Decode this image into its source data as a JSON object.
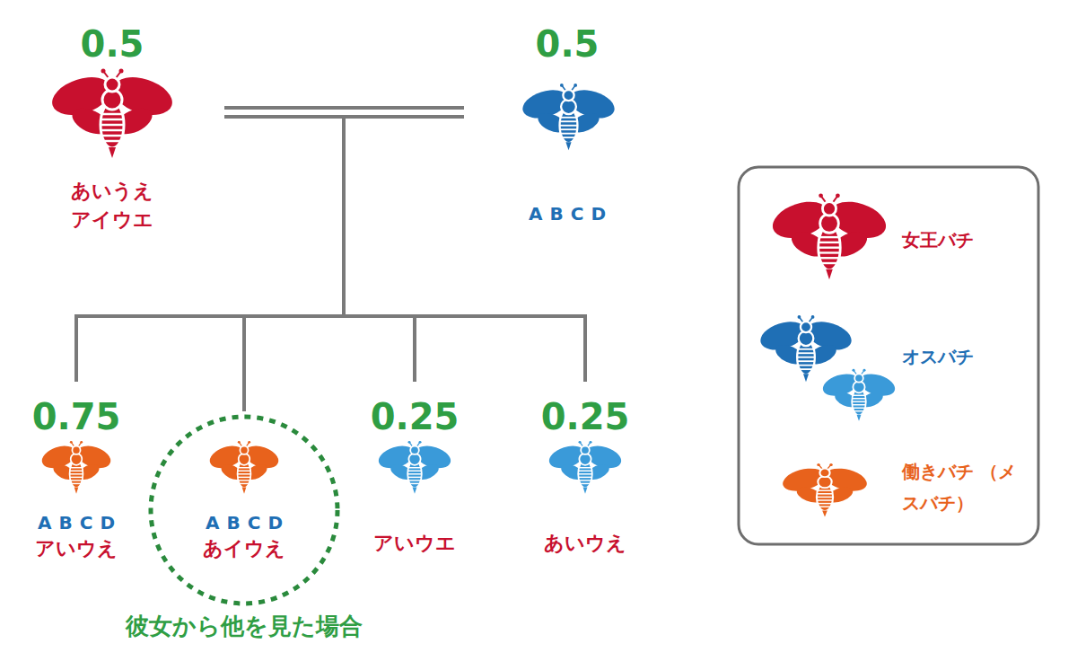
{
  "diagram": {
    "nodes": [
      {
        "text": [
          "0.5",
          "あいうえ",
          "アイウエ"
        ]
      },
      {
        "text": [
          "0.5",
          "ABCD"
        ]
      },
      {
        "text": [
          "0.75",
          "ABCD",
          "アいウえ"
        ]
      },
      {
        "text": [
          "ABCD",
          "あイウえ",
          "彼女から他を見た場合"
        ]
      },
      {
        "text": [
          "0.25",
          "アいウエ"
        ]
      },
      {
        "text": [
          "0.25",
          "あいウえ"
        ]
      }
    ],
    "edges": [
      {
        "from": 0,
        "to": 1,
        "arrow": "none"
      },
      {
        "from": 0,
        "to": 2,
        "arrow": "none"
      },
      {
        "from": 0,
        "to": 3,
        "arrow": "none"
      },
      {
        "from": 0,
        "to": 4,
        "arrow": "none"
      },
      {
        "from": 0,
        "to": 5,
        "arrow": "none"
      },
      {
        "from": 1,
        "to": 2,
        "arrow": "none"
      },
      {
        "from": 1,
        "to": 3,
        "arrow": "none"
      },
      {
        "from": 1,
        "to": 4,
        "arrow": "none"
      },
      {
        "from": 1,
        "to": 5,
        "arrow": "none"
      }
    ],
    "legend": [
      {
        "text": "女王バチ"
      },
      {
        "text": "オスバチ"
      },
      {
        "text": "働きバチ （メスバチ）"
      }
    ]
  }
}
